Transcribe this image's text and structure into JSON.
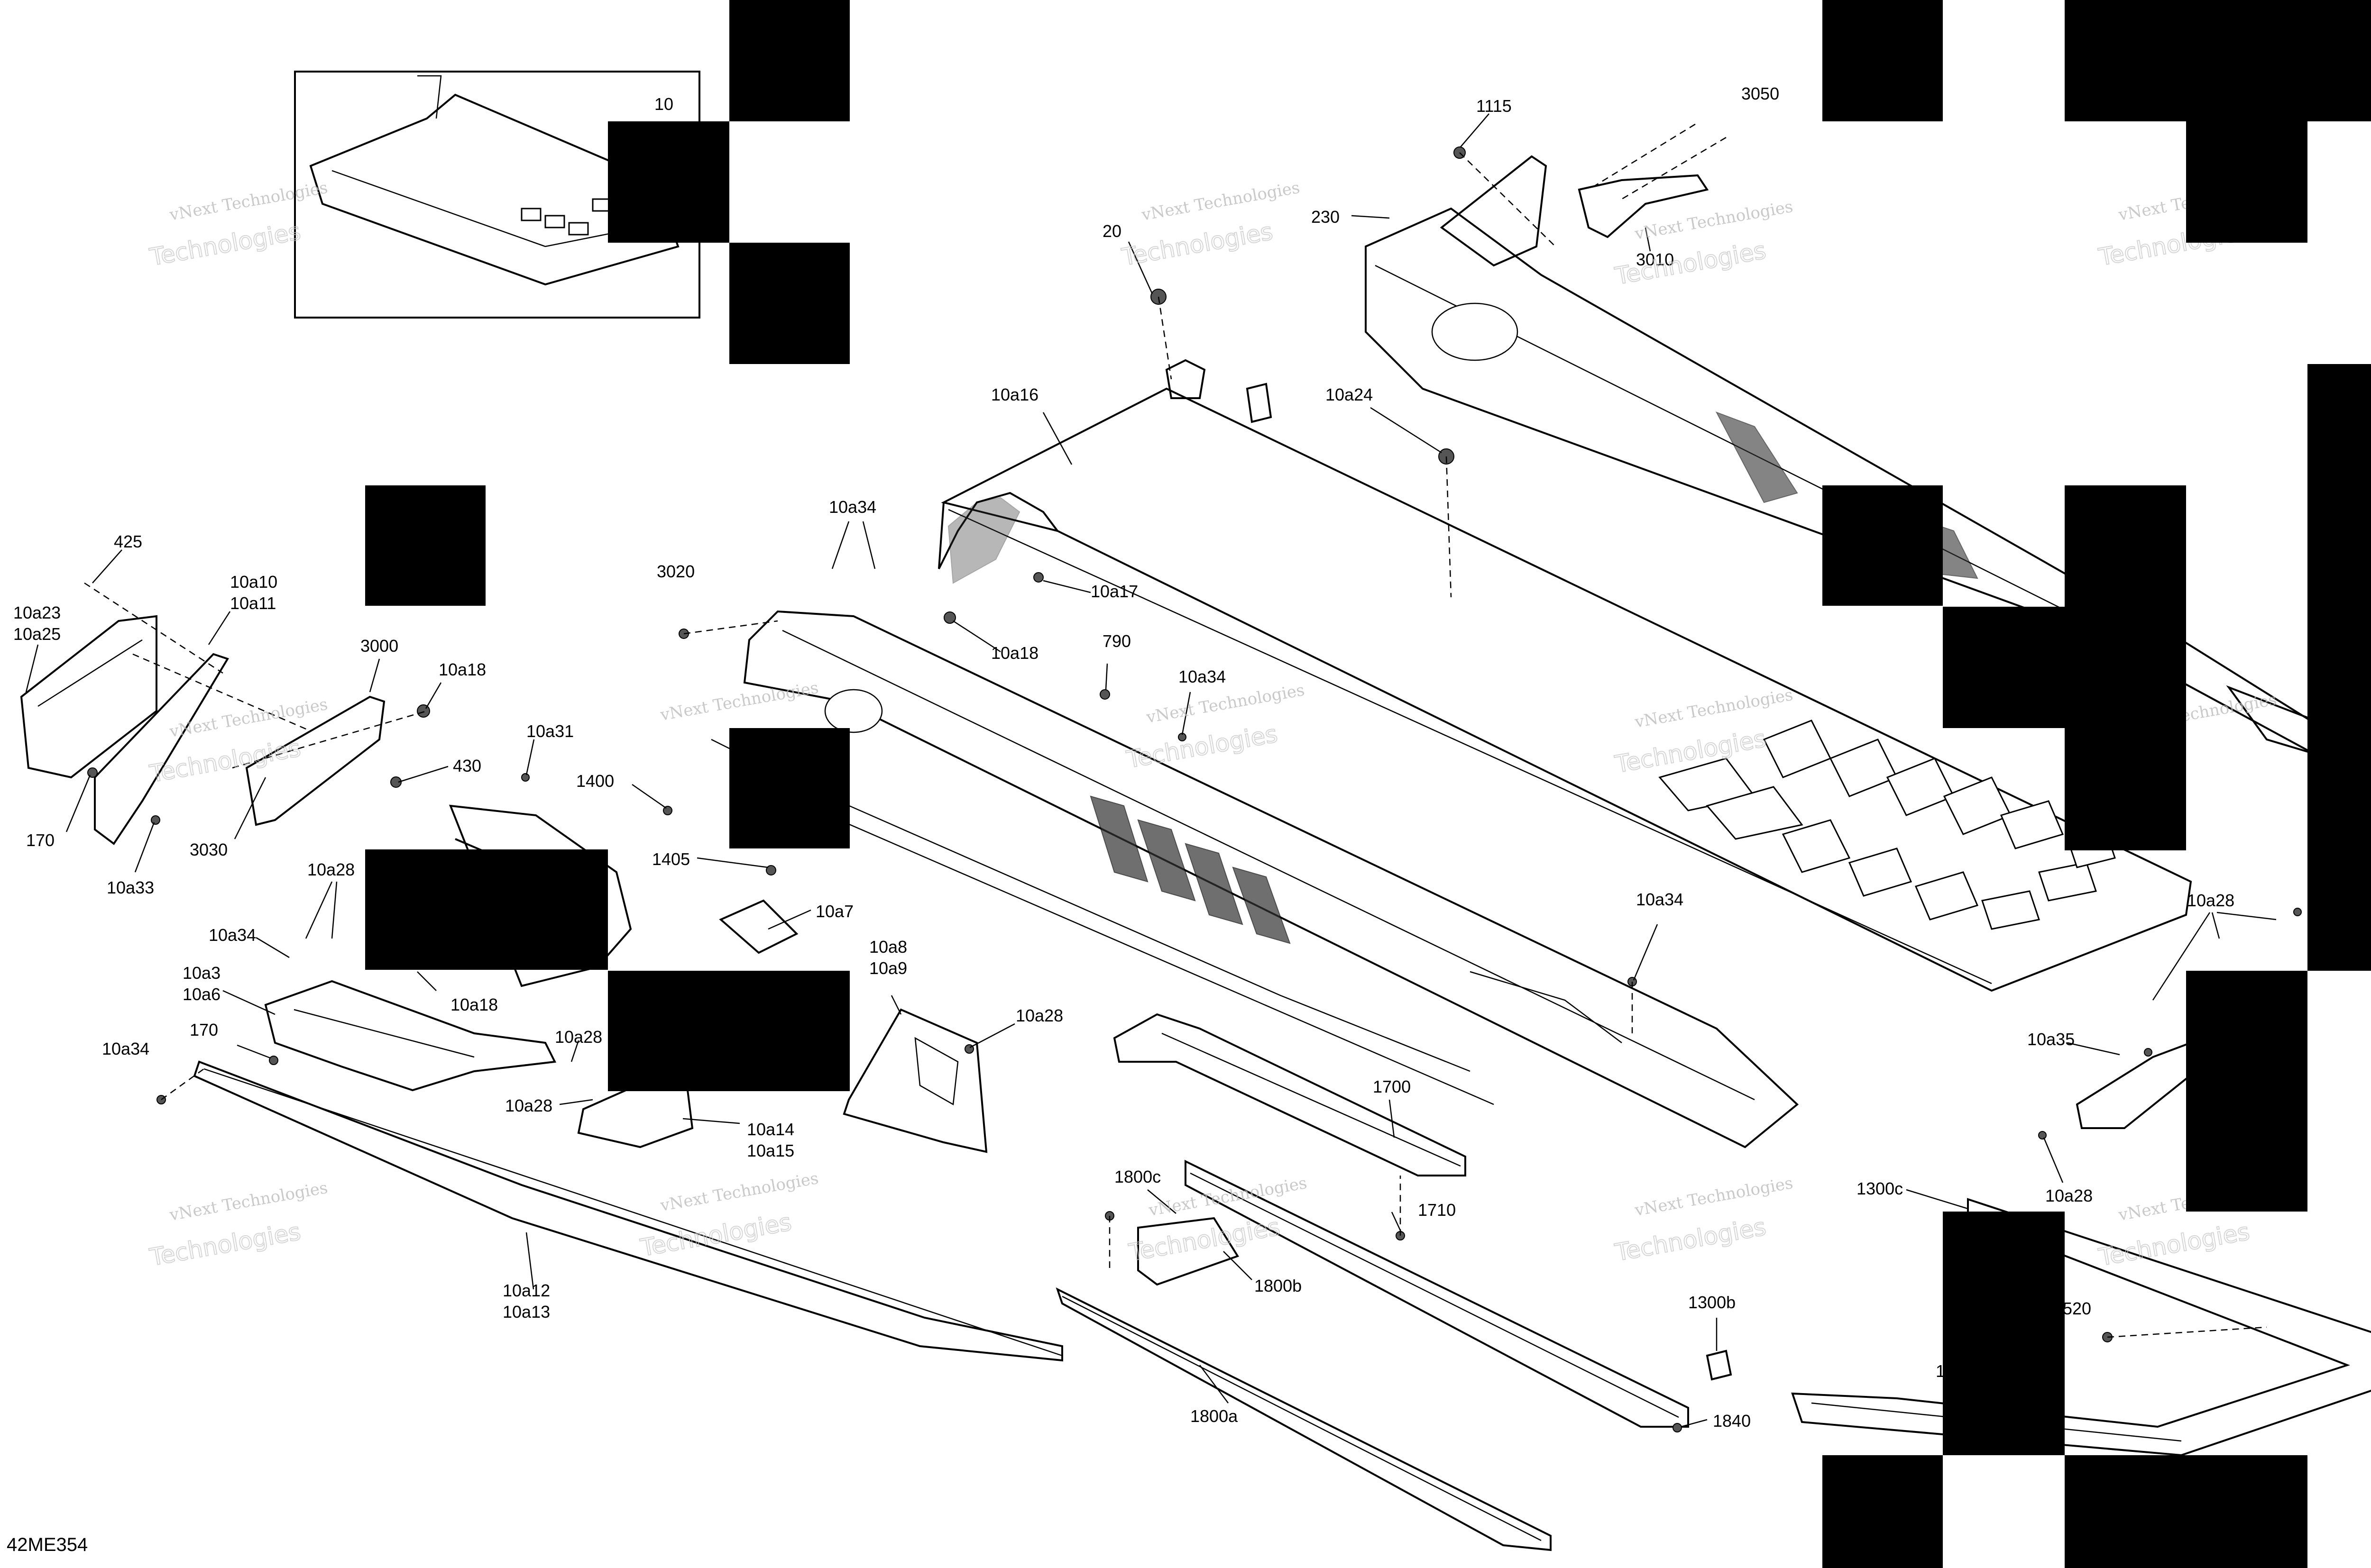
{
  "figure_id": "42ME354",
  "watermark": {
    "line1": "vNext Technologies",
    "line2": "Technologies"
  },
  "inset_label": "10",
  "callouts": [
    "10",
    "1115",
    "3050",
    "230",
    "3010",
    "20",
    "10a16",
    "10a24",
    "10a34",
    "10a17",
    "3020",
    "10a18",
    "790",
    "10a34",
    "425",
    "10a10",
    "10a11",
    "10a23",
    "10a25",
    "3000",
    "10a18",
    "430",
    "170",
    "3030",
    "10a33",
    "10a31",
    "1400",
    "1405",
    "10a7",
    "10a28",
    "10a34",
    "10a3",
    "10a6",
    "10a18",
    "170",
    "10a34",
    "10a28",
    "10a28",
    "10a8",
    "10a9",
    "10a28",
    "10a14",
    "10a15",
    "10a12",
    "10a13",
    "10a34",
    "1700",
    "1710",
    "1800c",
    "1800b",
    "1800a",
    "1300b",
    "1840",
    "10a28",
    "10a35",
    "10a28",
    "1300c",
    "520",
    "1"
  ]
}
